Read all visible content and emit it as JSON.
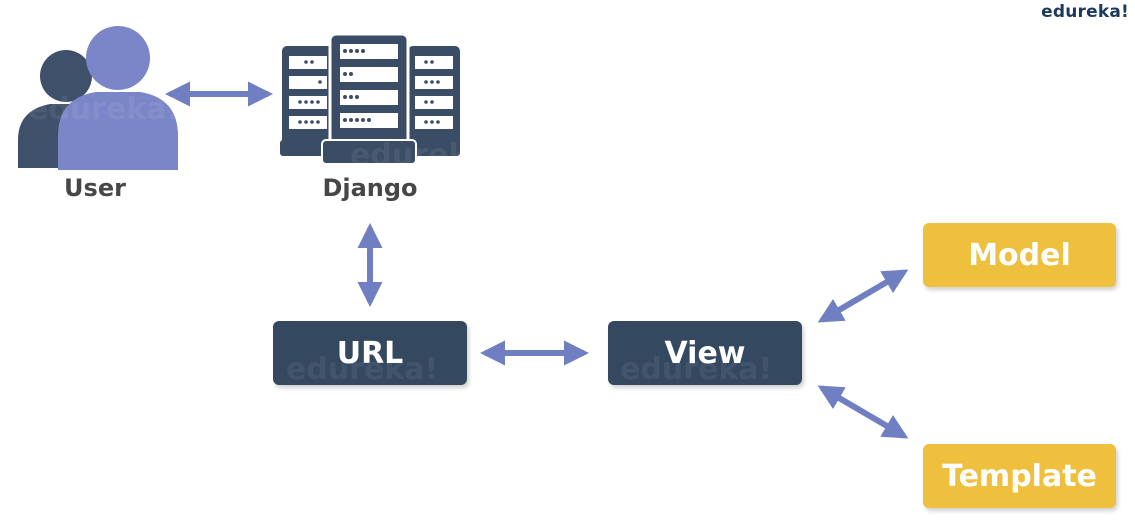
{
  "brand": "edureka!",
  "watermark": "edureka!",
  "nodes": {
    "user": "User",
    "django": "Django",
    "url": "URL",
    "view": "View",
    "model": "Model",
    "template": "Template"
  },
  "colors": {
    "arrow": "#6f7fc2",
    "dark_box": "#344860",
    "yellow_box": "#eec03e",
    "server": "#3b4d66",
    "user_back": "#3f506b",
    "user_front": "#7b86c8"
  },
  "icons": [
    "users-icon",
    "server-icon"
  ]
}
